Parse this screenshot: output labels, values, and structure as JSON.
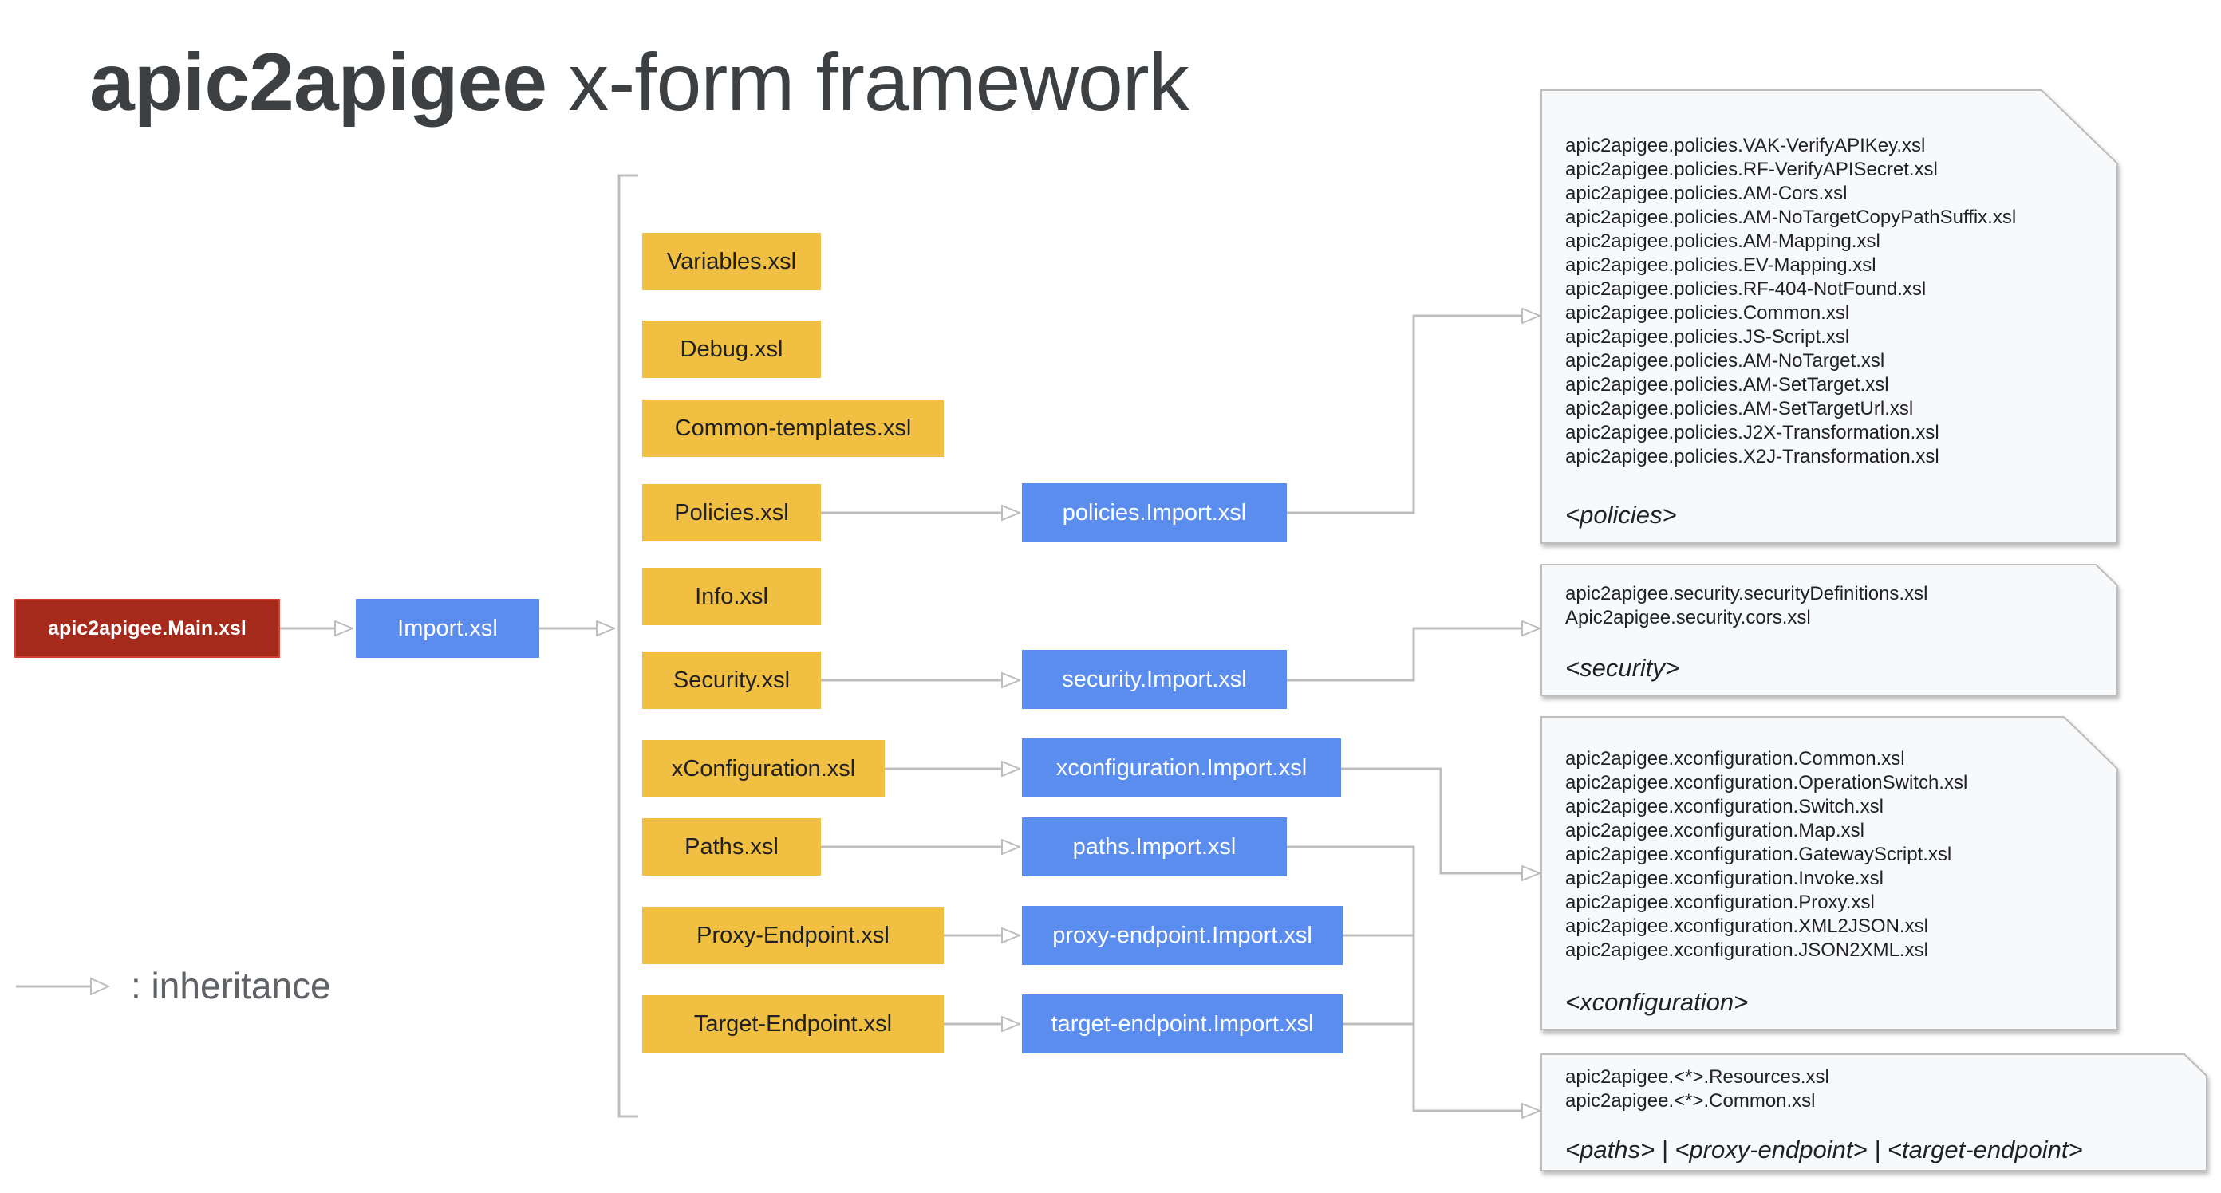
{
  "title": {
    "bold": "apic2apigee",
    "rest": " x-form framework"
  },
  "root": {
    "main": "apic2apigee.Main.xsl",
    "import": "Import.xsl"
  },
  "includes": [
    "Variables.xsl",
    "Debug.xsl",
    "Common-templates.xsl",
    "Policies.xsl",
    "Info.xsl",
    "Security.xsl",
    "xConfiguration.xsl",
    "Paths.xsl",
    "Proxy-Endpoint.xsl",
    "Target-Endpoint.xsl"
  ],
  "imports": {
    "policies": "policies.Import.xsl",
    "security": "security.Import.xsl",
    "xconfiguration": "xconfiguration.Import.xsl",
    "paths": "paths.Import.xsl",
    "proxy_endpoint": "proxy-endpoint.Import.xsl",
    "target_endpoint": "target-endpoint.Import.xsl"
  },
  "docs": {
    "policies": {
      "lines": [
        "apic2apigee.policies.VAK-VerifyAPIKey.xsl",
        "apic2apigee.policies.RF-VerifyAPISecret.xsl",
        "apic2apigee.policies.AM-Cors.xsl",
        "apic2apigee.policies.AM-NoTargetCopyPathSuffix.xsl",
        "apic2apigee.policies.AM-Mapping.xsl",
        "apic2apigee.policies.EV-Mapping.xsl",
        "apic2apigee.policies.RF-404-NotFound.xsl",
        "apic2apigee.policies.Common.xsl",
        "apic2apigee.policies.JS-Script.xsl",
        "apic2apigee.policies.AM-NoTarget.xsl",
        "apic2apigee.policies.AM-SetTarget.xsl",
        "apic2apigee.policies.AM-SetTargetUrl.xsl",
        "apic2apigee.policies.J2X-Transformation.xsl",
        "apic2apigee.policies.X2J-Transformation.xsl"
      ],
      "tag": "<policies>"
    },
    "security": {
      "lines": [
        "apic2apigee.security.securityDefinitions.xsl",
        "Apic2apigee.security.cors.xsl"
      ],
      "tag": "<security>"
    },
    "xconfiguration": {
      "lines": [
        "apic2apigee.xconfiguration.Common.xsl",
        "apic2apigee.xconfiguration.OperationSwitch.xsl",
        "apic2apigee.xconfiguration.Switch.xsl",
        "apic2apigee.xconfiguration.Map.xsl",
        "apic2apigee.xconfiguration.GatewayScript.xsl",
        "apic2apigee.xconfiguration.Invoke.xsl",
        "apic2apigee.xconfiguration.Proxy.xsl",
        "apic2apigee.xconfiguration.XML2JSON.xsl",
        "apic2apigee.xconfiguration.JSON2XML.xsl"
      ],
      "tag": "<xconfiguration>"
    },
    "endpoints": {
      "lines": [
        "apic2apigee.<*>.Resources.xsl",
        "apic2apigee.<*>.Common.xsl"
      ],
      "tag": "<paths> | <proxy-endpoint> | <target-endpoint>"
    }
  },
  "legend": {
    "label": ": inheritance"
  },
  "colors": {
    "include_box": "#f1bf42",
    "import_box": "#5b8def",
    "main_box": "#a52a1b",
    "connector": "#bdbdbd",
    "doc_fill": "#f8f9fa",
    "title": "#3c4043"
  }
}
